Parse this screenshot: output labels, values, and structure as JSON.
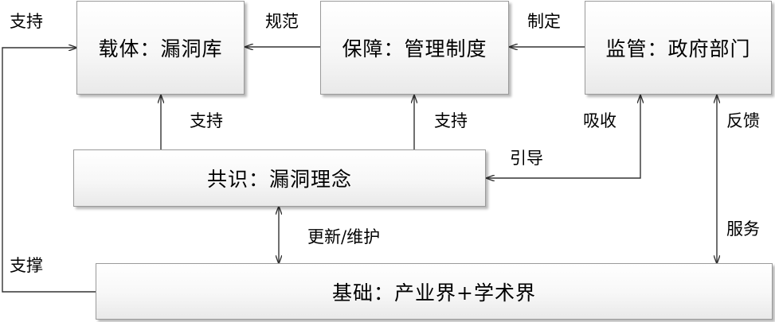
{
  "boxes": {
    "carrier": "载体：漏洞库",
    "guarantee": "保障：管理制度",
    "regulator": "监管：政府部门",
    "consensus": "共识：漏洞理念",
    "foundation": "基础：产业界+学术界"
  },
  "labels": {
    "support_left": "支持",
    "norm": "规范",
    "formulate": "制定",
    "support_carrier": "支持",
    "support_guarantee": "支持",
    "absorb": "吸收",
    "feedback": "反馈",
    "guide": "引导",
    "update_maintain": "更新/维护",
    "serve": "服务",
    "underpin": "支撑"
  }
}
